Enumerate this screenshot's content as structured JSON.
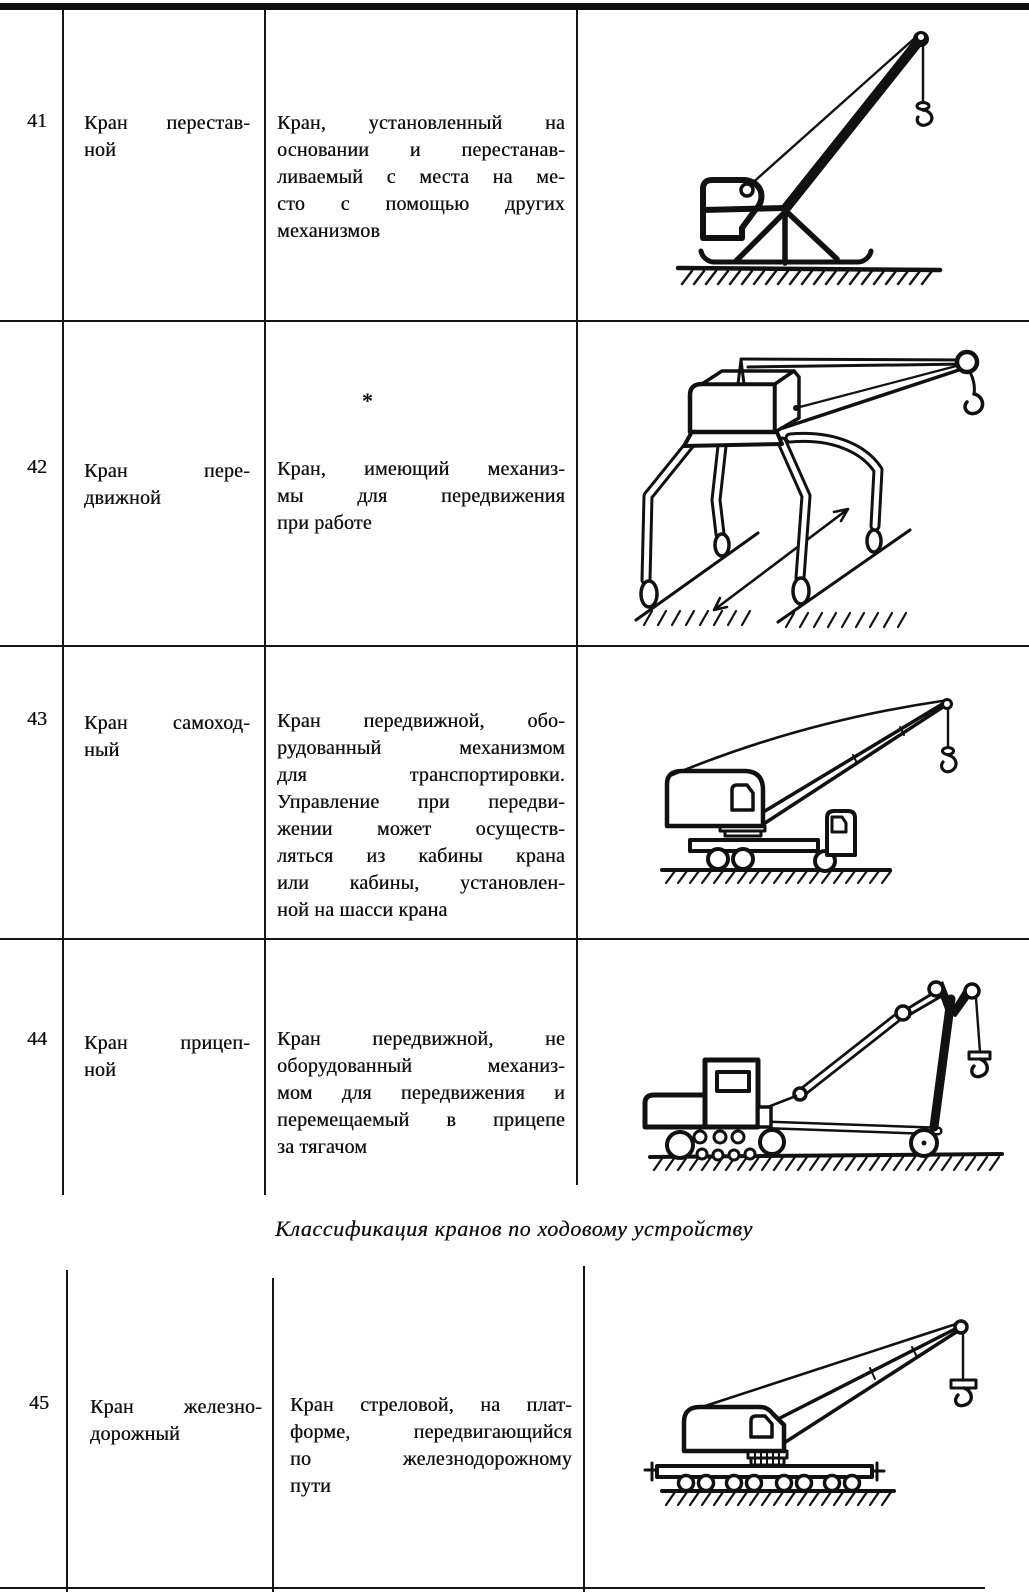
{
  "document": {
    "section_heading": "Классификация кранов по ходовому устройству",
    "footnote_marker": "*"
  },
  "table": {
    "rows": [
      {
        "number": "41",
        "term_lines": [
          "Кран перестав-",
          "ной"
        ],
        "definition_lines": [
          "Кран, установленный на",
          "основании и перестанав-",
          "ливаемый с места на ме-",
          "сто с помощью других",
          "механизмов"
        ],
        "illustration": "crane-on-skids"
      },
      {
        "number": "42",
        "term_lines": [
          "Кран пере-",
          "движной"
        ],
        "definition_lines": [
          "Кран, имеющий механиз-",
          "мы для передвижения",
          "при работе"
        ],
        "illustration": "walking-crane-on-legs"
      },
      {
        "number": "43",
        "term_lines": [
          "Кран самоход-",
          "ный"
        ],
        "definition_lines": [
          "Кран передвижной, обо-",
          "рудованный механизмом",
          "для транспортировки.",
          "Управление при передви-",
          "жении может осуществ-",
          "ляться из кабины крана",
          "или кабины, установлен-",
          "ной на шасси крана"
        ],
        "illustration": "self-propelled-truck-crane"
      },
      {
        "number": "44",
        "term_lines": [
          "Кран прицеп-",
          "ной"
        ],
        "definition_lines": [
          "Кран передвижной, не",
          "оборудованный механиз-",
          "мом для передвижения и",
          "перемещаемый в прицепе",
          "за тягачом"
        ],
        "illustration": "trailer-crane-with-tractor"
      },
      {
        "number": "45",
        "term_lines": [
          "Кран железно-",
          "дорожный"
        ],
        "definition_lines": [
          "Кран стреловой, на плат-",
          "форме, передвигающийся",
          "по железнодорожному",
          "пути"
        ],
        "illustration": "railway-crane"
      }
    ]
  }
}
